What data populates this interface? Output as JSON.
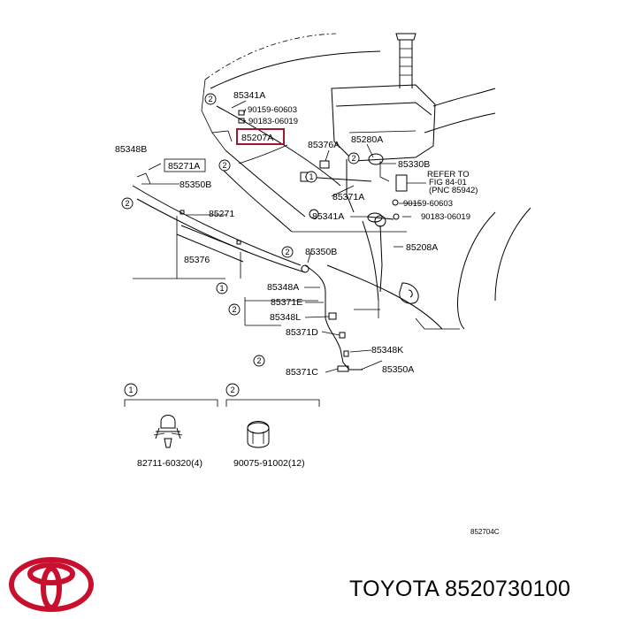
{
  "callouts": {
    "c85341A_top": "85341A",
    "c90159_top": "90159-60603",
    "c90183_top": "90183-06019",
    "c85207A": "85207A",
    "c85376A": "85376A",
    "c85280A": "85280A",
    "c85348B": "85348B",
    "c85271A": "85271A",
    "c85330B": "85330B",
    "c85350B_left": "85350B",
    "c85371A": "85371A",
    "c85271": "85271",
    "c85341A_mid": "85341A",
    "c90159_mid": "90159-60603",
    "c90183_mid": "90183-06019",
    "c85208A": "85208A",
    "c85376": "85376",
    "c85350B_mid": "85350B",
    "c85348A": "85348A",
    "c85371E": "85371E",
    "c85348L": "85348L",
    "c85371D": "85371D",
    "c85348K": "85348K",
    "c85371C": "85371C",
    "c85350A": "85350A"
  },
  "refer_note": [
    "REFER TO",
    "FIG 84-01",
    "(PNC 85942)"
  ],
  "circle_markers": [
    "1",
    "2"
  ],
  "legend": {
    "item1_num": "1",
    "item1_part": "82711-60320(4)",
    "item2_num": "2",
    "item2_part": "90075-91002(12)"
  },
  "figure_code": "852704C",
  "footer": {
    "brand": "TOYOTA",
    "part_number": "8520730100"
  },
  "highlight_color": "#a0182b",
  "logo_color": "#c8102e"
}
